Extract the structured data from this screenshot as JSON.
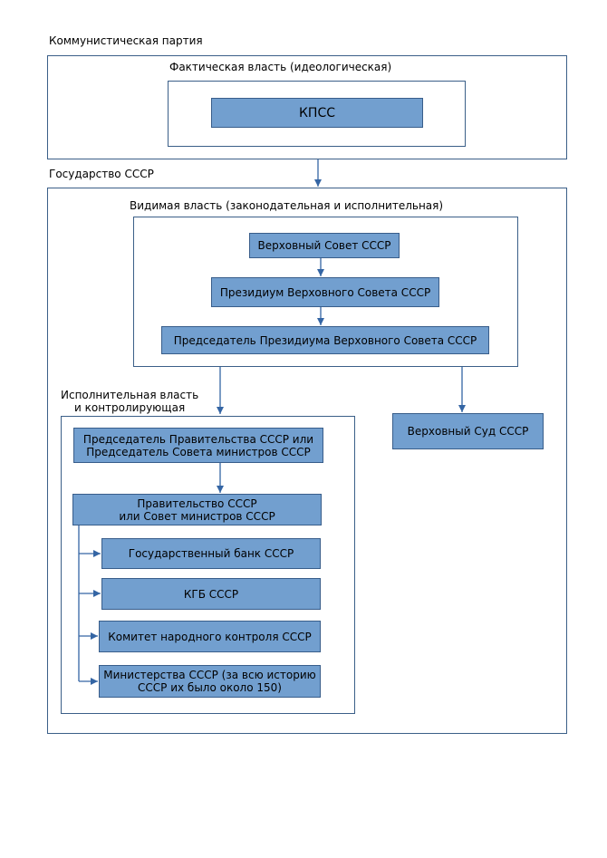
{
  "colors": {
    "box_fill": "#729fcf",
    "box_border": "#385d8a",
    "arrow": "#3465a4",
    "frame": "#3b5f88"
  },
  "party": {
    "title": "Коммунистическая партия",
    "actual_power": "Фактическая власть (идеологическая)",
    "cpsu": "КПСС"
  },
  "state": {
    "title": "Государство СССР",
    "visible_power": "Видимая власть (законодательная и исполнительная)",
    "supreme_soviet": "Верховный Совет СССР",
    "presidium": "Президиум Верховного Совета СССР",
    "presidium_chairman": "Председатель Президиума Верховного Совета СССР",
    "supreme_court": "Верховный Суд СССР",
    "executive": {
      "title_line1": "Исполнительная власть",
      "title_line2": "и контролирующая",
      "chairman": "Председатель Правительства СССР или\nПредседатель Совета министров СССР",
      "government": "Правительство СССР\nили Совет министров СССР",
      "bodies": [
        "Государственный банк СССР",
        "КГБ СССР",
        "Комитет народного контроля СССР",
        "Министерства СССР (за всю историю\nСССР их было около 150)"
      ]
    }
  }
}
